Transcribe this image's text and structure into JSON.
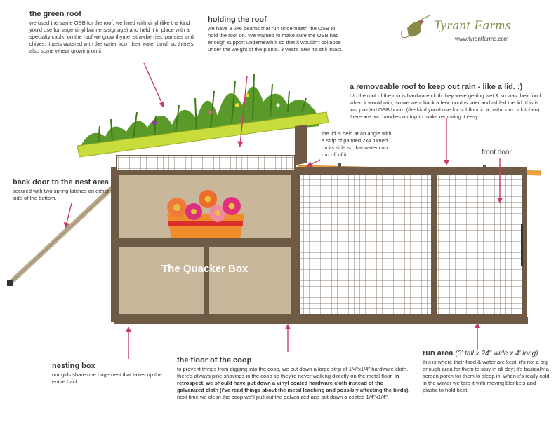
{
  "brand": {
    "name": "Tyrant Farms",
    "url": "www.tyrantfarms.com"
  },
  "box_label": "The Quacker Box",
  "annotations": {
    "green_roof": {
      "heading": "the green roof",
      "body": "we used the same OSB for the roof. we lined with vinyl (like the kind you'd use for large vinyl banners/signage) and held it in place with a specialty caulk. on the roof we grow thyme, strawberries, pansies and chives. it gets watered with the water from their water bowl, so there's also some wheat growing on it."
    },
    "holding_roof": {
      "heading": "holding the roof",
      "body": "we have 3 2x6 beams that run underneath the OSB to hold the roof on. We wanted to make sure the OSB had enough support underneath it so that it wouldn't collapse under the weight of the plants. 3 years later it's still intact."
    },
    "removable_roof": {
      "heading": "a removeable roof to keep out rain - like a lid. :)",
      "body": "b/c the roof of the run is hardware cloth they were getting wet & so was their food when it would rain, so we went back a few months later and added the lid. this is just painted OSB board (the kind you'd use for subfloor in a bathroom or kitchen). there are two handles on top to make removing it easy."
    },
    "lid_angle": {
      "body": "the lid is held at an angle with a strip of painted 2x4 turned on its side so that water can run off of it."
    },
    "front_door": {
      "heading": "front door"
    },
    "back_door": {
      "heading": "back door to the nest area",
      "body": "secured with two spring latches on either side of the bottom."
    },
    "nesting_box": {
      "heading": "nesting box",
      "body": "our girls share one huge nest that takes up the entire back."
    },
    "floor": {
      "heading": "the floor of the coop",
      "body_1": "to prevent things from digging into the coop, we put down a large strip of 1/4\"x1/4\" hardware cloth. there's always pine shavings in the coop so they're never walking directly on the metal floor.",
      "body_bold": "in retrospect, we should have put down a vinyl coated hardware cloth instead of the galvanized cloth (i've read things about the metal leaching and possibly affecting the birds).",
      "body_2": "next time we clean the coop we'll pull out the galvanized and put down a coated 1/4\"x1/4\"."
    },
    "run_area": {
      "heading_main": "run area",
      "heading_detail": "(3' tall x 24\" wide x 4' long)",
      "body": "this is where their food & water are kept. it's not a big enough area for them to stay in all day; it's basically a screen porch for them to sleep in. when it's really cold in the winter we tarp it with moving blankets and plastic to hold heat."
    }
  },
  "colors": {
    "frame": "#6e5a45",
    "panel": "#c8b79a",
    "roof_green": "#c8dc3c",
    "lid_orange": "#f0a13c",
    "mesh_bg": "#ffffff",
    "mesh_line": "#5a4a3a",
    "arrow": "#c83a6a",
    "flower_pot": "#f08c2a",
    "pot_band": "#d8302a"
  }
}
